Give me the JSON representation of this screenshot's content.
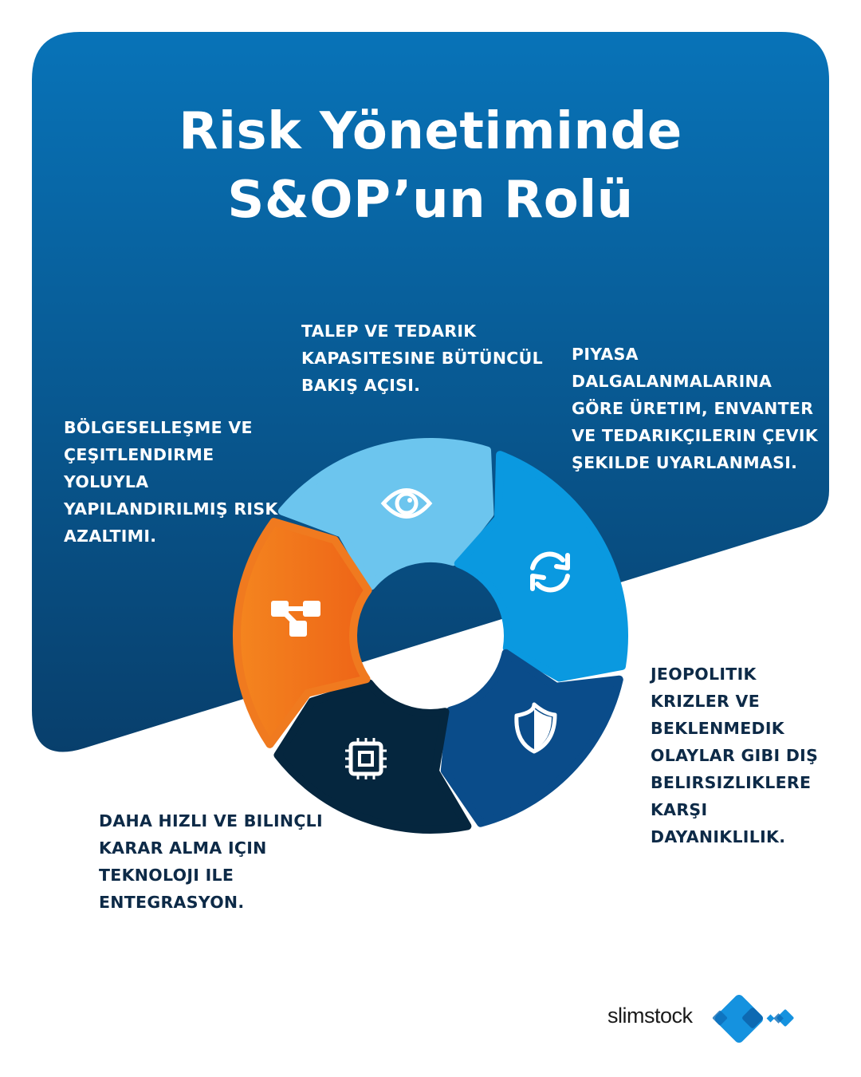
{
  "title": {
    "line1": "Risk Yönetiminde",
    "line2": "S&OP’un Rolü"
  },
  "colors": {
    "card_top": "#0873b8",
    "card_bottom": "#0a4a7c",
    "dark_text": "#0d2a47",
    "orange": "#f07a1f",
    "light_blue": "#6cc5ee",
    "bright_blue": "#0a99e0",
    "mid_blue": "#0a4c8a",
    "navy": "#05263e"
  },
  "segments": [
    {
      "icon": "eye-icon",
      "color": "#6cc5ee",
      "label_lines": [
        "TALEP VE TEDARIK",
        "KAPASITESINE BÜTÜNCÜL",
        "BAKIŞ AÇISI."
      ]
    },
    {
      "icon": "refresh-icon",
      "color": "#0a99e0",
      "label_lines": [
        "PIYASA",
        "DALGALANMALARINA",
        "GÖRE ÜRETIM, ENVANTER",
        "VE TEDARIKÇILERIN ÇEVIK",
        "ŞEKILDE UYARLANMASI."
      ]
    },
    {
      "icon": "shield-icon",
      "color": "#0a4c8a",
      "label_lines": [
        "JEOPOLITIK",
        "KRIZLER VE",
        "BEKLENMEDIK",
        "OLAYLAR GIBI DIŞ",
        "BELIRSIZLIKLERE",
        "KARŞI",
        "DAYANIKLILIK."
      ]
    },
    {
      "icon": "chip-icon",
      "color": "#05263e",
      "label_lines": [
        "DAHA HIZLI VE BILINÇLI",
        "KARAR ALMA IÇIN",
        "TEKNOLOJI ILE",
        "ENTEGRASYON."
      ]
    },
    {
      "icon": "network-icon",
      "color": "#f07a1f",
      "label_lines": [
        "BÖLGESELLEŞME VE",
        "ÇEŞITLENDIRME",
        "YOLUYLA",
        "YAPILANDIRILMIŞ RISK",
        "AZALTIMI."
      ]
    }
  ],
  "logo": {
    "text": "slimstock"
  }
}
